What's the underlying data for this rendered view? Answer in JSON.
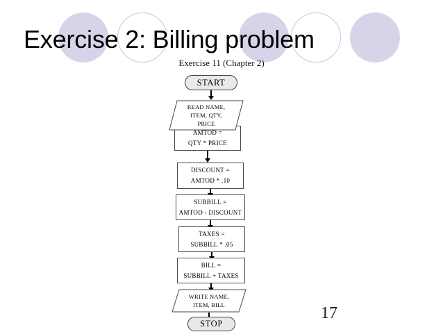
{
  "slide": {
    "title": "Exercise 2: Billing problem",
    "subtitle": "Exercise 11 (Chapter 2)",
    "page_number": "17",
    "accent_color": "#d6d4e9",
    "outline_color": "#c9c6e2",
    "terminal_fill": "#e9e9e9"
  },
  "decorations": {
    "circles": [
      {
        "name": "circle-1",
        "style": "filled"
      },
      {
        "name": "circle-2",
        "style": "outline"
      },
      {
        "name": "circle-3",
        "style": "filled"
      },
      {
        "name": "circle-4",
        "style": "outline"
      },
      {
        "name": "circle-5",
        "style": "filled"
      }
    ]
  },
  "flowchart": {
    "nodes": [
      {
        "id": "start",
        "shape": "terminal",
        "lines": [
          "START"
        ]
      },
      {
        "id": "read-input",
        "shape": "io",
        "lines": [
          "READ NAME,",
          "ITEM, QTY,",
          "PRICE"
        ]
      },
      {
        "id": "amtod",
        "shape": "process",
        "lines": [
          "AMTOD =",
          "QTY * PRICE"
        ]
      },
      {
        "id": "discount",
        "shape": "process",
        "lines": [
          "DISCOUNT =",
          "AMTOD * .10"
        ]
      },
      {
        "id": "subbill",
        "shape": "process",
        "lines": [
          "SUBBILL =",
          "AMTOD - DISCOUNT"
        ]
      },
      {
        "id": "taxes",
        "shape": "process",
        "lines": [
          "TAXES =",
          "SUBBILL * .05"
        ]
      },
      {
        "id": "bill",
        "shape": "process",
        "lines": [
          "BILL =",
          "SUBBILL + TAXES"
        ]
      },
      {
        "id": "write-output",
        "shape": "io",
        "lines": [
          "WRITE NAME,",
          "ITEM, BILL"
        ]
      },
      {
        "id": "stop",
        "shape": "terminal",
        "lines": [
          "STOP"
        ]
      }
    ],
    "connectors": [
      {
        "from": "start",
        "to": "read-input"
      },
      {
        "from": "read-input",
        "to": "amtod"
      },
      {
        "from": "amtod",
        "to": "discount"
      },
      {
        "from": "discount",
        "to": "subbill"
      },
      {
        "from": "subbill",
        "to": "taxes"
      },
      {
        "from": "taxes",
        "to": "bill"
      },
      {
        "from": "bill",
        "to": "write-output"
      },
      {
        "from": "write-output",
        "to": "stop"
      }
    ]
  }
}
